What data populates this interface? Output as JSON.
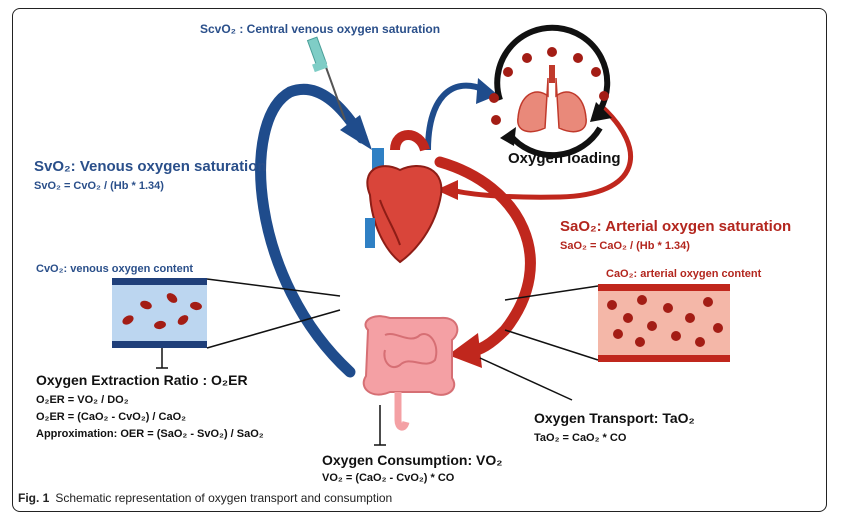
{
  "labels": {
    "scvo2_title": "ScvO₂ : Central venous oxygen saturation",
    "svo2_title": "SvO₂: Venous oxygen saturation",
    "svo2_formula": "SvO₂ = CvO₂ / (Hb * 1.34)",
    "cvo2_label": "CvO₂: venous oxygen content",
    "o2er_title": "Oxygen Extraction Ratio : O₂ER",
    "o2er_f1": "O₂ER = VO₂ / DO₂",
    "o2er_f2": "O₂ER = (CaO₂ - CvO₂) / CaO₂",
    "o2er_f3": "Approximation: OER = (SaO₂ - SvO₂) / SaO₂",
    "oxygen_loading": "Oxygen loading",
    "sao2_title": "SaO₂: Arterial oxygen saturation",
    "sao2_formula": "SaO₂ = CaO₂ / (Hb * 1.34)",
    "cao2_label": "CaO₂: arterial oxygen content",
    "transport_title": "Oxygen Transport: TaO₂",
    "transport_formula": "TaO₂ = CaO₂ * CO",
    "consumption_title": "Oxygen Consumption: VO₂",
    "consumption_formula": "VO₂ = (CaO₂ - CvO₂) * CO"
  },
  "caption": {
    "fig": "Fig. 1",
    "text": "Schematic representation of oxygen transport and consumption"
  },
  "colors": {
    "venous": "#1f4c8c",
    "arterial": "#c0271d",
    "vessel_venous": "#bcd6f0",
    "vessel_arterial": "#f4b7a8"
  }
}
